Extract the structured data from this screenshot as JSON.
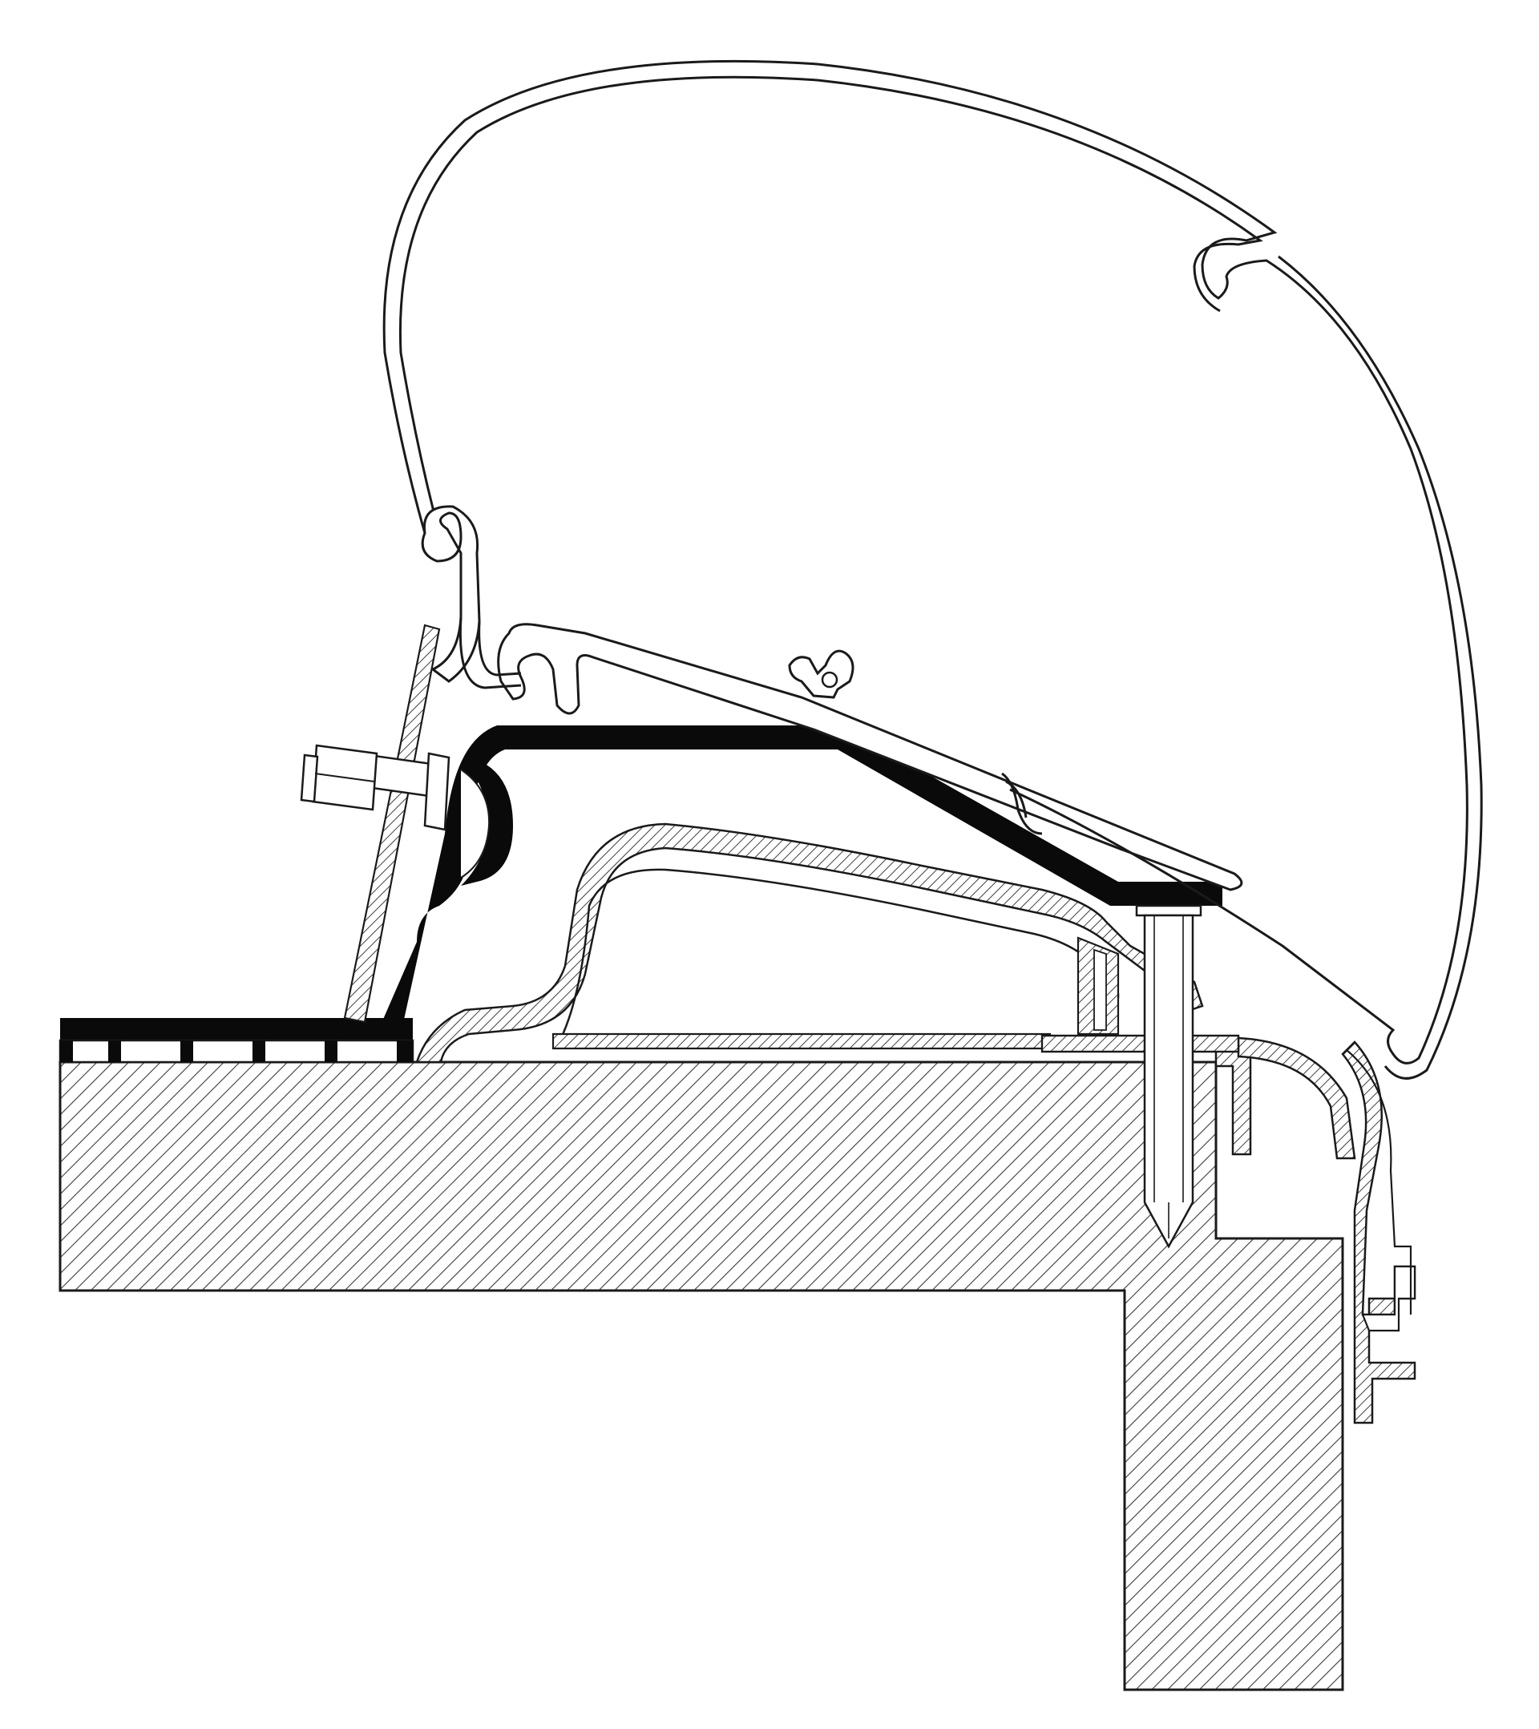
{
  "diagram": {
    "kind": "technical cross-section",
    "colors": {
      "background": "#ffffff",
      "line": "#1a1a1a",
      "hatch": "#3a3a3a",
      "solid_bracket": "#0a0a0a"
    },
    "parts": [
      {
        "id": "awning-cassette",
        "fill": "none"
      },
      {
        "id": "adapter-rail",
        "fill": "white"
      },
      {
        "id": "mounting-bracket",
        "fill": "solid"
      },
      {
        "id": "bolt-and-nut",
        "fill": "white"
      },
      {
        "id": "roof-rail-profile",
        "fill": "hatched"
      },
      {
        "id": "support-block",
        "fill": "hatched"
      },
      {
        "id": "tapping-screw",
        "fill": "white"
      },
      {
        "id": "roof-panel",
        "fill": "hatched"
      },
      {
        "id": "side-wall",
        "fill": "hatched"
      },
      {
        "id": "corner-trim-profile",
        "fill": "hatched"
      },
      {
        "id": "wall-keder-rail",
        "fill": "hatched"
      }
    ]
  }
}
